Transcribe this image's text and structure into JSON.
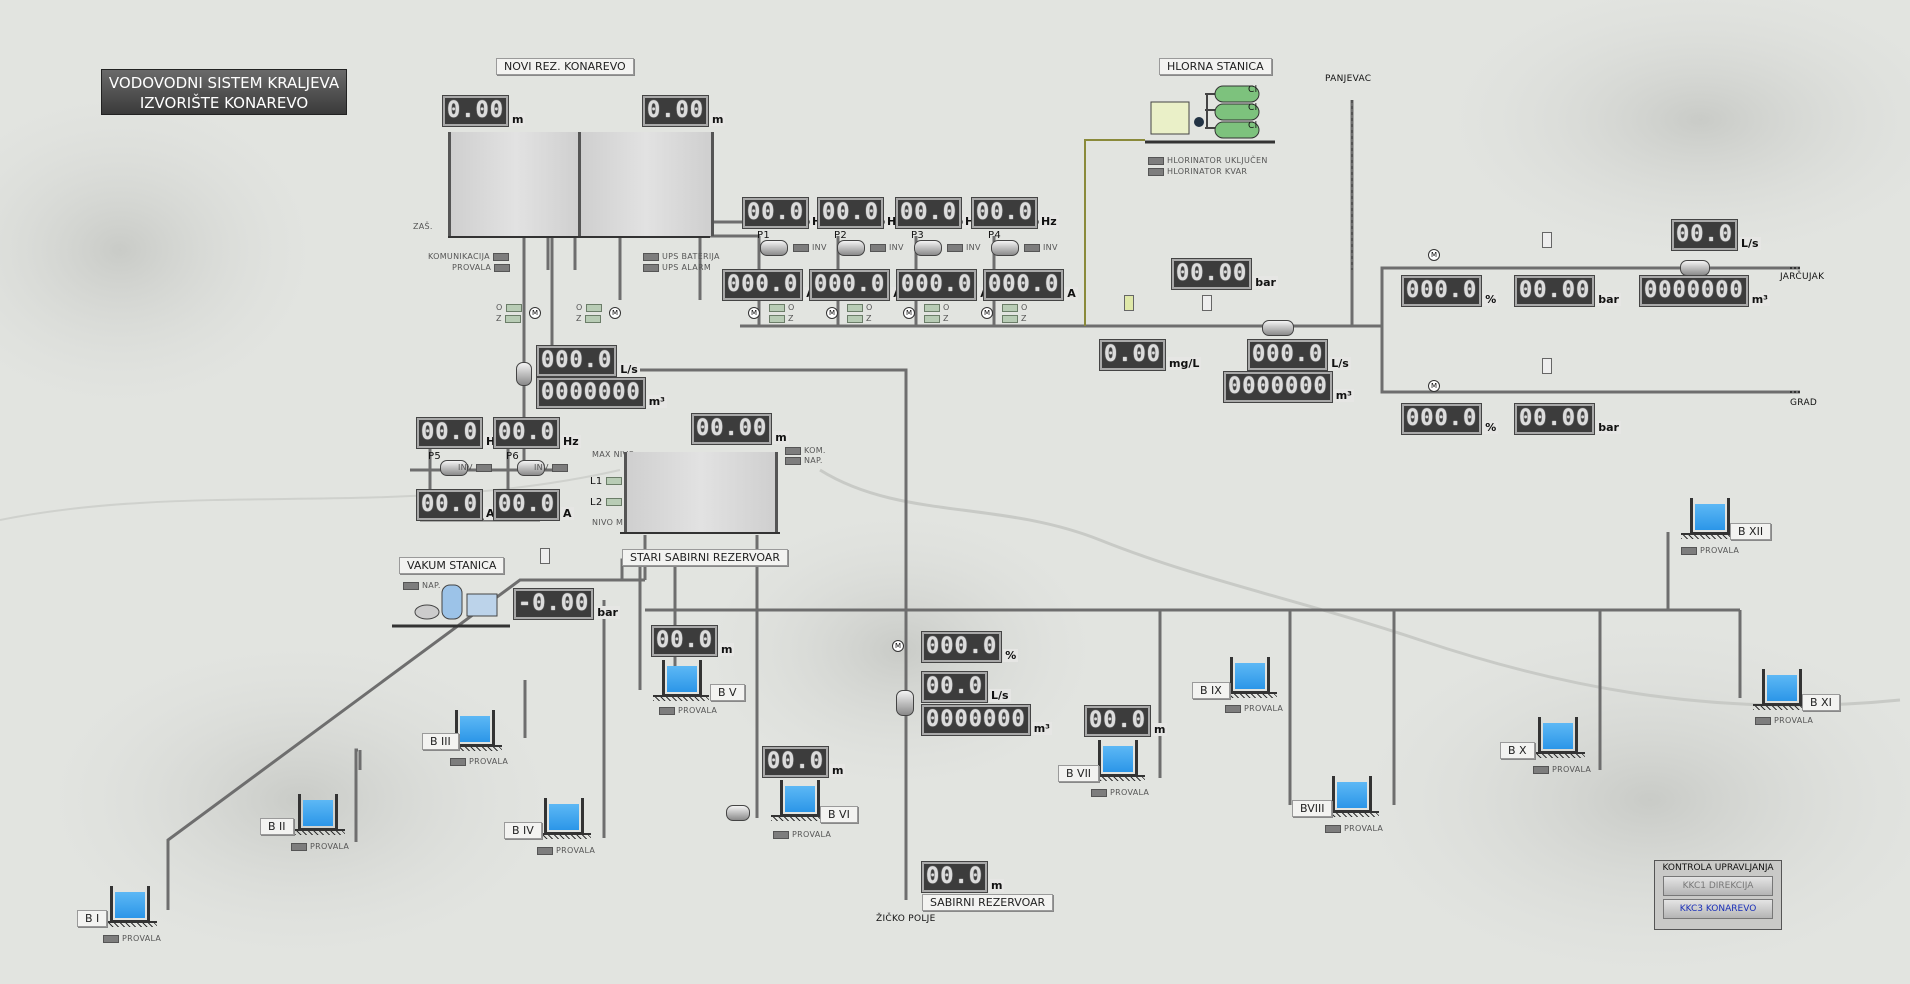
{
  "title": {
    "line1": "VODOVODNI SISTEM KRALJEVA",
    "line2": "IZVORIŠTE KONAREVO"
  },
  "labels": {
    "novi_rez": "NOVI REZ. KONAREVO",
    "hlorna": "HLORNA STANICA",
    "panjevac": "PANJEVAC",
    "jarcujak": "JARČUJAK",
    "grad": "GRAD",
    "vakum": "VAKUM STANICA",
    "stari_rez": "STARI SABIRNI REZERVOAR",
    "sabirni_rez": "SABIRNI REZERVOAR",
    "zicko": "ŽIČKO POLJE"
  },
  "status": {
    "komunikacija": "KOMUNIKACIJA",
    "provala": "PROVALA",
    "ups_baterija": "UPS BATERIJA",
    "ups_alarm": "UPS ALARM",
    "hlor_ukljucen": "HLORINATOR UKLJUČEN",
    "hlor_kvar": "HLORINATOR KVAR",
    "kom": "KOM.",
    "nap": "NAP.",
    "max": "MAX NIVO",
    "min": "NIVO MIN",
    "zas": "ZAŠ.",
    "inv": "INV",
    "o": "O",
    "z": "Z",
    "l1": "L1",
    "l2": "L2",
    "cl": "Cl"
  },
  "pumps": [
    "P1",
    "P2",
    "P3",
    "P4",
    "P5",
    "P6"
  ],
  "displays": {
    "tank1_level": "0.00",
    "tank2_level": "0.00",
    "hz": "00.0",
    "amp": "000.0",
    "flow1": "000.0",
    "vol1": "0000000",
    "hz56": "00.0",
    "amp56": "00.0",
    "stari_level": "00.00",
    "vakum_bar": "-0.00",
    "cl": "0.00",
    "flow_main": "000.0",
    "vol_main": "0000000",
    "press": "00.00",
    "pct": "000.0",
    "vol_j": "0000000",
    "flow_j": "00.0",
    "b5": "00.0",
    "b6": "00.0",
    "b7": "00.0",
    "z_pct": "000.0",
    "z_flow": "00.0",
    "z_vol": "0000000",
    "sabirni": "00.0"
  },
  "units": {
    "m": "m",
    "hz": "Hz",
    "a": "A",
    "ls": "L/s",
    "m3": "m³",
    "bar": "bar",
    "pct": "%",
    "mgl": "mg/L"
  },
  "basins": [
    "B I",
    "B II",
    "B III",
    "B IV",
    "B V",
    "B VI",
    "B VII",
    "BVIII",
    "B IX",
    "B X",
    "B XI",
    "B XII"
  ],
  "control": {
    "title": "KONTROLA UPRAVLJANJA",
    "btn1": "KKC1 DIREKCIJA",
    "btn2": "KKC3 KONAREVO"
  },
  "colors": {
    "water": "#2b96e8",
    "display_bg": "#3c3c3c",
    "pipe": "#7a7a7a",
    "chlor_pipe": "#8a8a3a"
  }
}
